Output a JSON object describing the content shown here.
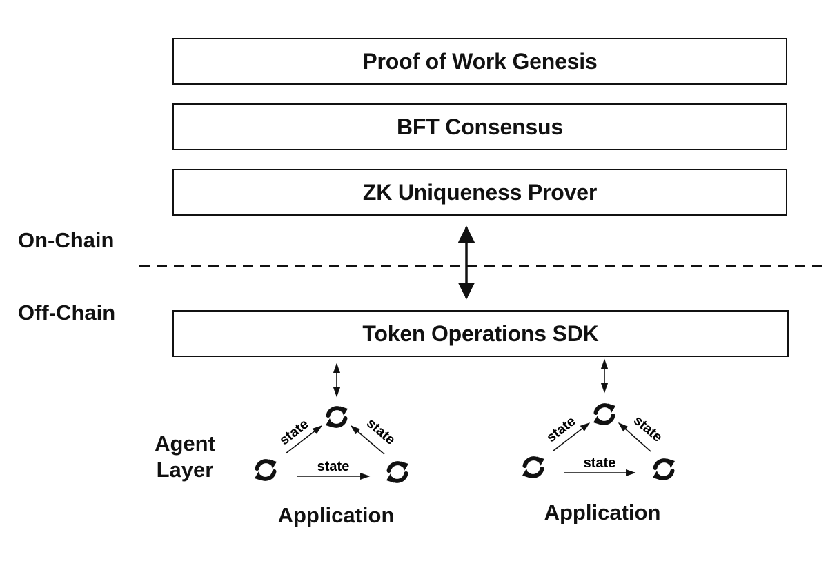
{
  "layers": {
    "on_chain": [
      {
        "label": "Proof of Work Genesis"
      },
      {
        "label": "BFT Consensus"
      },
      {
        "label": "ZK Uniqueness Prover"
      }
    ],
    "off_chain": [
      {
        "label": "Token Operations SDK"
      }
    ]
  },
  "side_labels": {
    "on_chain": "On-Chain",
    "off_chain": "Off-Chain",
    "agent_layer_line1": "Agent",
    "agent_layer_line2": "Layer"
  },
  "applications": [
    {
      "label": "Application",
      "edges": {
        "left": "state",
        "right": "state",
        "bottom": "state"
      }
    },
    {
      "label": "Application",
      "edges": {
        "left": "state",
        "right": "state",
        "bottom": "state"
      }
    }
  ],
  "icons": {
    "agent": "sync-icon"
  },
  "colors": {
    "stroke": "#111111",
    "background": "#ffffff"
  }
}
